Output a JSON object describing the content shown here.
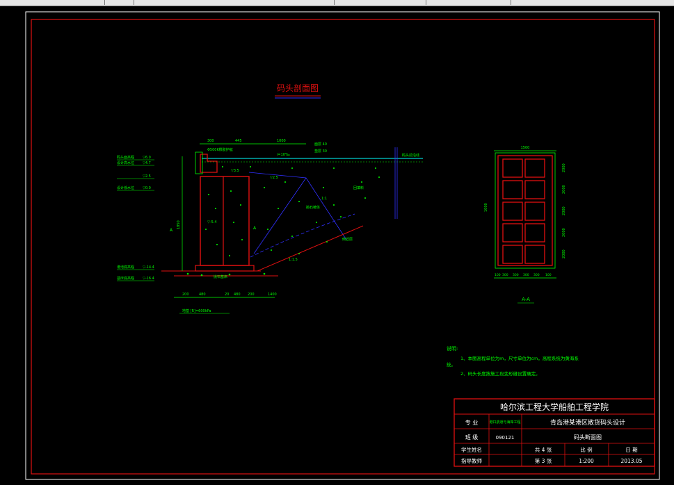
{
  "drawing": {
    "main_title": "码头剖面图",
    "section_label": "A-A",
    "cut_label": "A",
    "dims_top": [
      "300",
      "445",
      "1000"
    ],
    "annot_top": [
      "Φ500K橡胶护舷",
      "i=10‰",
      "面层 40",
      "垫层 30"
    ],
    "right_label": "码头前沿线",
    "levels_left": [
      {
        "name": "码头面高程",
        "value": "▽6.0"
      },
      {
        "name": "设计高水位",
        "value": "▽4.7"
      },
      {
        "name": "",
        "value": "▽2.5"
      },
      {
        "name": "设计低水位",
        "value": "▽0.0"
      },
      {
        "name": "港池底高程",
        "value": "▽-14.4"
      },
      {
        "name": "基床底高程",
        "value": "▽-16.4"
      }
    ],
    "levels_inner": [
      "▽3.5",
      "▽2.5",
      "▽-5.4"
    ],
    "fill_labels": [
      "回填料",
      "抛石棱体",
      "倒滤层",
      "抛石基床"
    ],
    "dim_height": "1850",
    "slope_labels": [
      "1:1",
      "1:1.5"
    ],
    "dims_bottom": [
      "200",
      "480",
      "20",
      "480",
      "200",
      "1400"
    ],
    "bearing_note": "地基 [R]=600kPa",
    "caisson_width": "1500",
    "caisson_dims_right": [
      "2000",
      "2000",
      "2000",
      "2000",
      "2000"
    ],
    "caisson_dims_bottom": [
      "100",
      "300",
      "300",
      "300",
      "300",
      "100"
    ],
    "caisson_height": "1000"
  },
  "notes": {
    "heading": "说明:",
    "items": [
      "1、本图高程单位为m，尺寸单位为cm，高程系统为黄海系",
      "统。",
      "2、码头长度按施工段变形缝设置确定。"
    ]
  },
  "title_block": {
    "school": "哈尔滨工程大学船舶工程学院",
    "major_label": "专  业",
    "major_value": "港口航道与海岸工程",
    "project_title": "青岛港某港区散货码头设计",
    "class_label": "班  级",
    "class_value": "090121",
    "drawing_name": "码头断面图",
    "student_label": "学生姓名",
    "advisor_label": "指导教师",
    "total_sheets": "共 4 张",
    "sheet_no": "第 3 张",
    "scale_label": "比  例",
    "scale_value": "1:200",
    "date_label": "日  期",
    "date_value": "2013.05"
  },
  "colors": {
    "red": "#e01010",
    "green": "#00ff00",
    "blue": "#3030ff",
    "cyan": "#00ffff",
    "white": "#ffffff"
  }
}
